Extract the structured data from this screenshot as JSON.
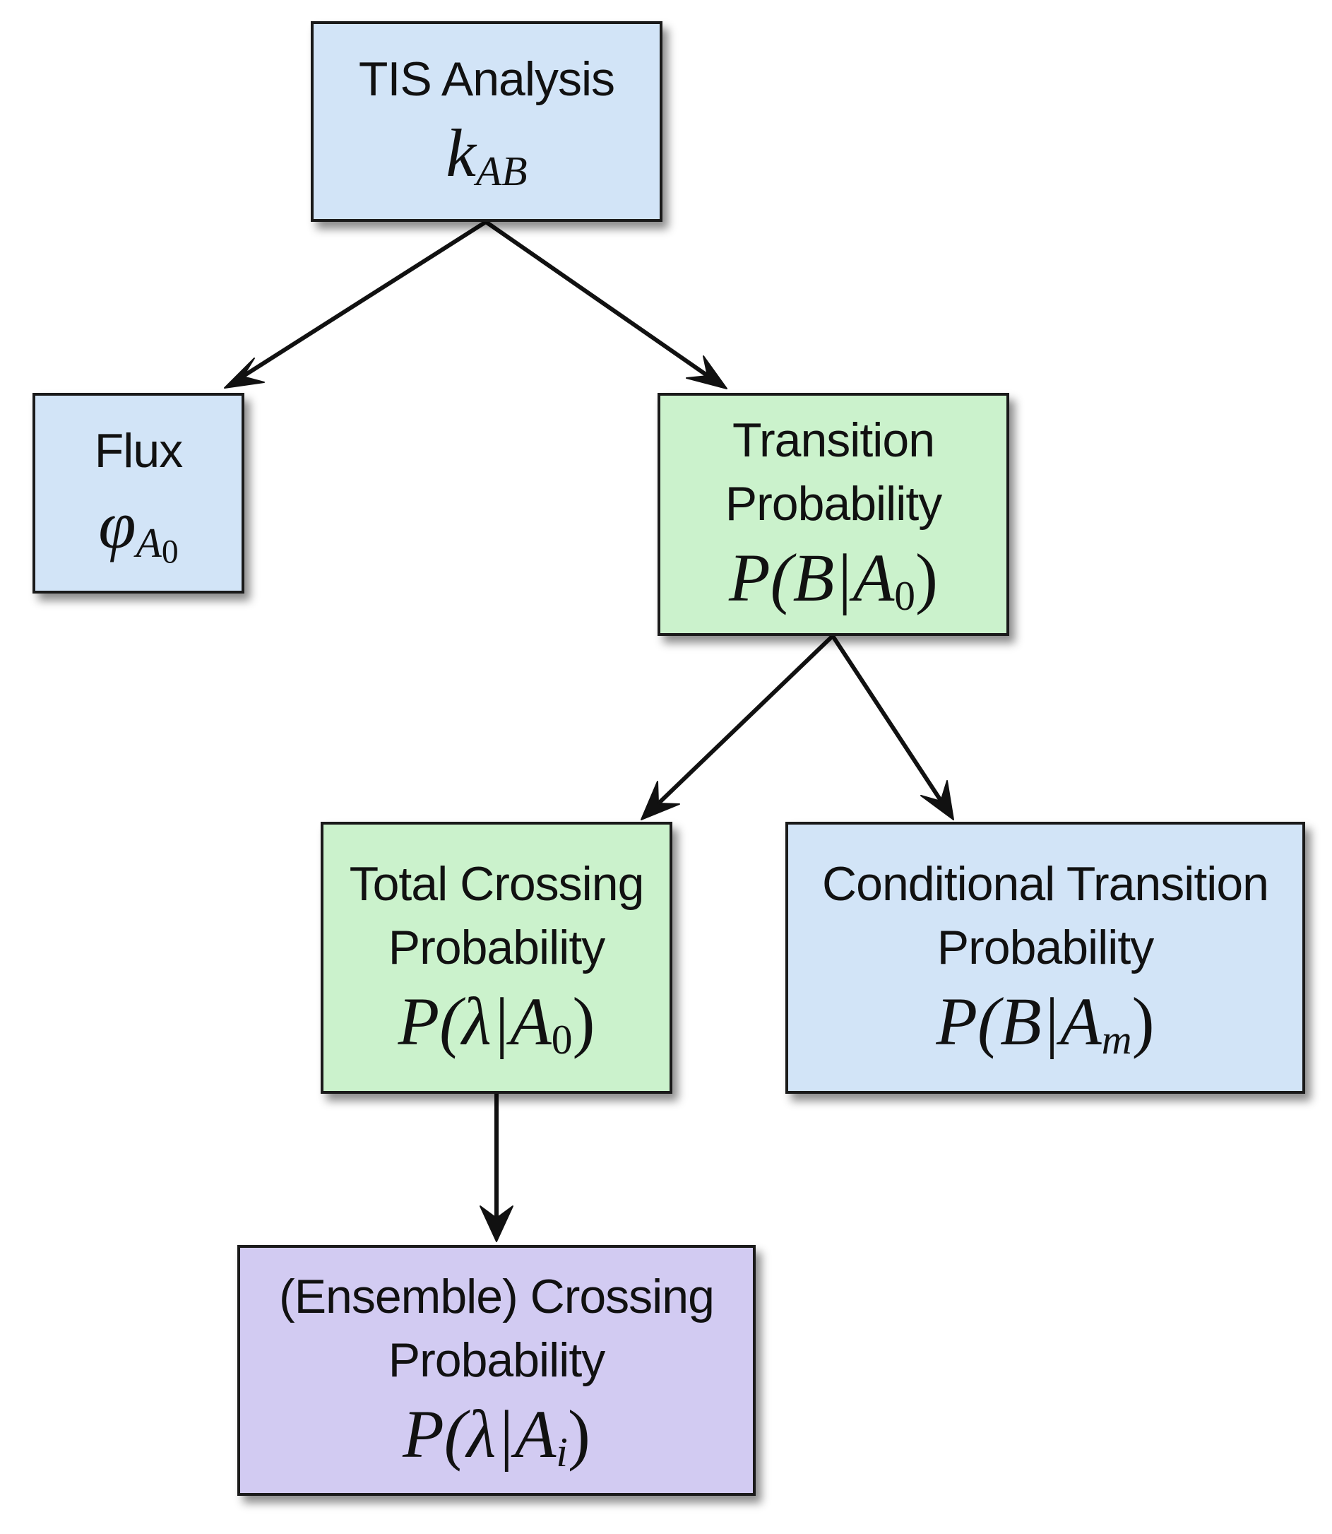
{
  "colors": {
    "blue": "#d2e4f7",
    "green": "#cbf2cc",
    "purple": "#d2cbf2",
    "border": "#1a1a1a",
    "arrow": "#111111"
  },
  "nodes": {
    "tis_analysis": {
      "label_lines": [
        "TIS Analysis"
      ],
      "symbol": "k",
      "symbol_sub": "AB",
      "color": "#d2e4f7"
    },
    "flux": {
      "label_lines": [
        "Flux"
      ],
      "symbol": "φ",
      "symbol_sub": "A",
      "symbol_sub_sub": "0",
      "color": "#d2e4f7"
    },
    "transition_probability": {
      "label_lines": [
        "Transition",
        "Probability"
      ],
      "expr_prefix": "P(B|",
      "expr_var": "A",
      "expr_sub": "0",
      "expr_suffix": ")",
      "color": "#cbf2cc"
    },
    "total_crossing_probability": {
      "label_lines": [
        "Total Crossing",
        "Probability"
      ],
      "expr_prefix": "P(λ|",
      "expr_var": "A",
      "expr_sub": "0",
      "expr_suffix": ")",
      "color": "#cbf2cc"
    },
    "conditional_transition_probability": {
      "label_lines": [
        "Conditional Transition",
        "Probability"
      ],
      "expr_prefix": "P(B|",
      "expr_var": "A",
      "expr_sub": "m",
      "expr_suffix": ")",
      "color": "#d2e4f7"
    },
    "ensemble_crossing_probability": {
      "label_lines": [
        "(Ensemble) Crossing",
        "Probability"
      ],
      "expr_prefix": "P(λ|",
      "expr_var": "A",
      "expr_sub": "i",
      "expr_suffix": ")",
      "color": "#d2cbf2"
    }
  },
  "edges": [
    {
      "from": "tis_analysis",
      "to": "flux"
    },
    {
      "from": "tis_analysis",
      "to": "transition_probability"
    },
    {
      "from": "transition_probability",
      "to": "total_crossing_probability"
    },
    {
      "from": "transition_probability",
      "to": "conditional_transition_probability"
    },
    {
      "from": "total_crossing_probability",
      "to": "ensemble_crossing_probability"
    }
  ]
}
